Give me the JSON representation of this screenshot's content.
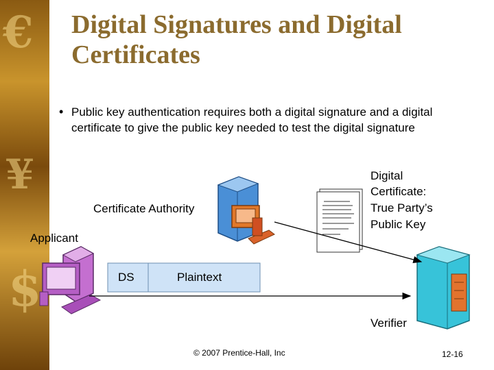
{
  "title": "Digital Signatures and Digital Certificates",
  "bullet": "Public key authentication requires both a digital signature and a digital certificate to give the public key needed to test the digital signature",
  "diagram": {
    "certificate_authority": "Certificate Authority",
    "applicant": "Applicant",
    "ds": "DS",
    "plaintext": "Plaintext",
    "certificate_line1": "Digital",
    "certificate_line2": "Certificate:",
    "certificate_line3": "True Party’s",
    "certificate_line4": "Public Key",
    "verifier": "Verifier"
  },
  "footer": {
    "copyright": "© 2007 Prentice-Hall, Inc",
    "slide_number": "12-16"
  },
  "colors": {
    "title": "#8b6b2e",
    "message_box": "#cfe3f7",
    "arrow": "#000000"
  },
  "icons": [
    "currency-strip",
    "server-computer-icon",
    "workstation-icon",
    "certificate-document-icon",
    "tower-server-icon"
  ]
}
